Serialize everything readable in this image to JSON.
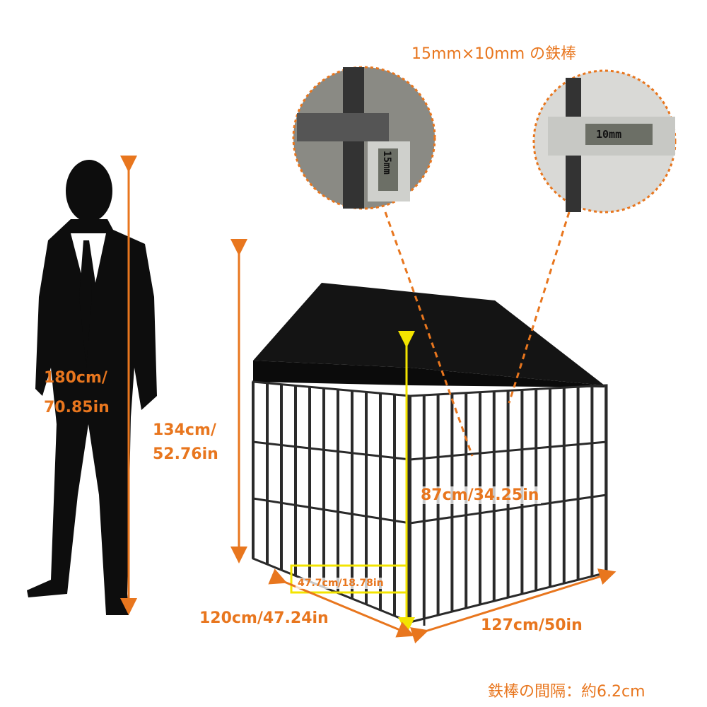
{
  "colors": {
    "accent": "#e8761e",
    "highlight": "#f3e400",
    "product": "#1a1a1a"
  },
  "labels": {
    "rod_size": "15mm×10mm の鉄棒",
    "person_height_cm": "180cm/",
    "person_height_in": "70.85in",
    "total_height_cm": "134cm/",
    "total_height_in": "52.76in",
    "side_height": "87cm/34.25in",
    "door_width": "47.7cm/18.78in",
    "depth": "120cm/47.24in",
    "width": "127cm/50in",
    "bar_spacing": "鉄棒の間隔：約6.2cm"
  },
  "callouts": [
    {
      "reading": "15mm"
    },
    {
      "reading": "10mm"
    }
  ]
}
